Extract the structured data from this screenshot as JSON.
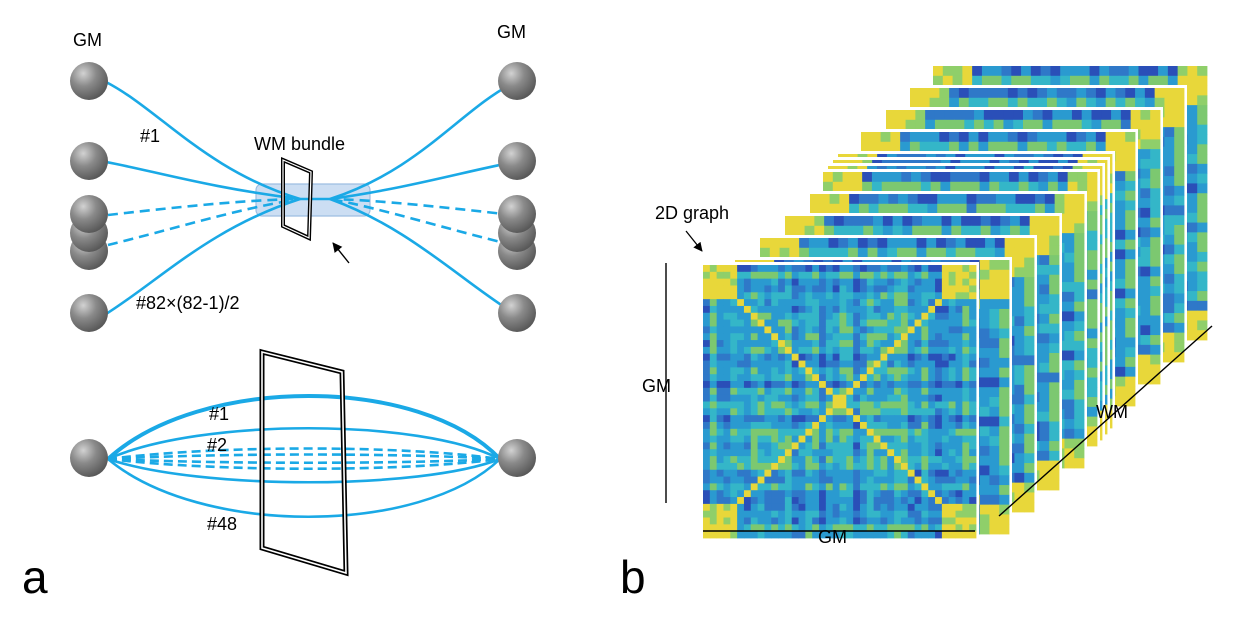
{
  "panel_a": {
    "letter": "a",
    "gm_left": "GM",
    "gm_right": "GM",
    "wm_bundle": "WM bundle",
    "fiber_first": "#1",
    "fiber_last": "#82×(82-1)/2",
    "sub_fiber_1": "#1",
    "sub_fiber_2": "#2",
    "sub_fiber_last": "#48"
  },
  "panel_b": {
    "letter": "b",
    "graph_label": "2D graph",
    "axis_gm_vertical": "GM",
    "axis_gm_horizontal": "GM",
    "axis_wm": "WM"
  },
  "colors": {
    "fiber": "#1aa9e6",
    "node": "#7a7a7a",
    "bundle_fill": "#c4d9f2",
    "matrix_base": "#2a9ad0",
    "matrix_dark": "#2a4fb8",
    "matrix_yellow": "#e8d73a"
  },
  "icons": {
    "gray-matter-node": "sphere",
    "pointer-arrow": "arrow"
  }
}
